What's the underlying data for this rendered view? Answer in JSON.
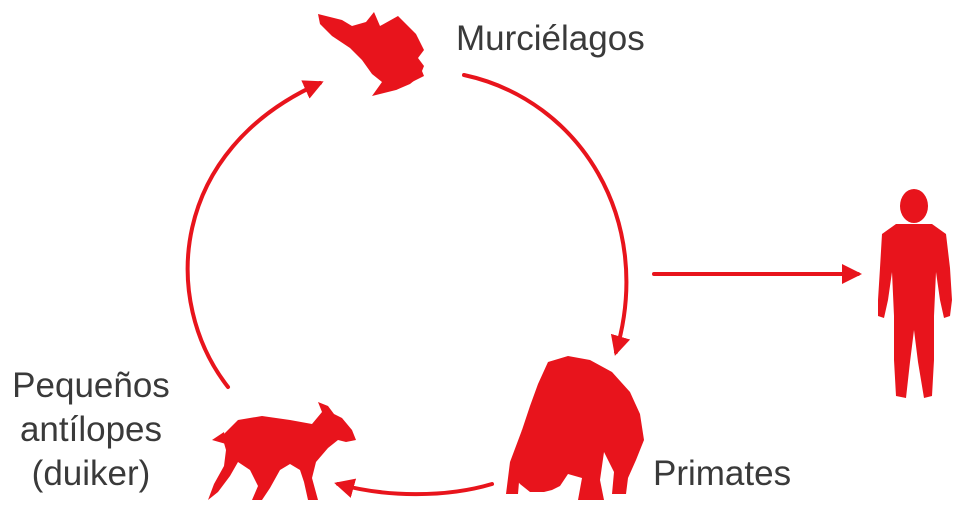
{
  "colors": {
    "accent": "#e8141c",
    "text": "#3a3a3a",
    "background": "#ffffff"
  },
  "nodes": {
    "bats": {
      "label": "Murciélagos",
      "icon": "bat-icon"
    },
    "primates": {
      "label": "Primates",
      "icon": "gorilla-icon"
    },
    "antelopes": {
      "label_lines": [
        "Pequeños",
        "antílopes",
        "(duiker)"
      ],
      "icon": "duiker-antelope-icon"
    },
    "human": {
      "icon": "human-icon"
    }
  }
}
